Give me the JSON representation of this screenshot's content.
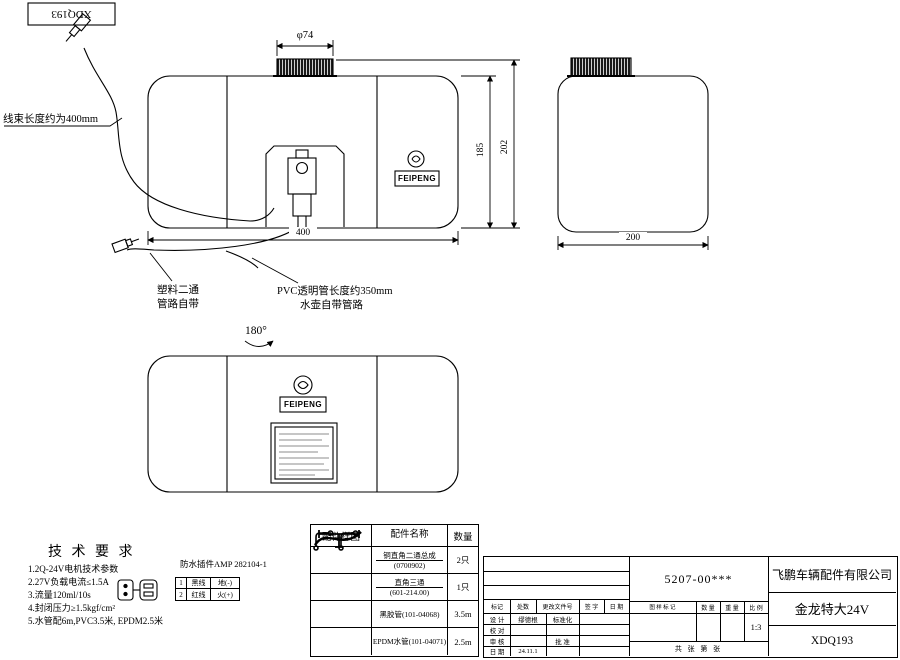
{
  "meta": {
    "rotated_code": "XDQ193"
  },
  "drawing": {
    "harness_note": "线束长度约为400mm",
    "dim_phi74": "φ74",
    "dim_185": "185",
    "dim_202": "202",
    "dim_400": "400",
    "dim_200": "200",
    "note_plastic_l1": "塑料二通",
    "note_plastic_l2": "管路自带",
    "note_pvc_l1": "PVC透明管长度约350mm",
    "note_pvc_l2": "水壶自带管路",
    "rotate_label": "180°",
    "logo_text": "FEIPENG"
  },
  "tech": {
    "title": "技 术 要 求",
    "items": [
      "1.2Q-24V电机技术参数",
      "2.27V负载电流≤1.5A",
      "3.流量120ml/10s",
      "4.封闭压力≥1.5kgf/cm²",
      "5.水管配6m,PVC3.5米, EPDM2.5米"
    ],
    "connector_note": "防水插件AMP 282104-1",
    "wire_rows": [
      {
        "no": "1",
        "wire": "黑线",
        "pol": "地(-)"
      },
      {
        "no": "2",
        "wire": "红线",
        "pol": "火(+)"
      }
    ]
  },
  "parts_table": {
    "headers": [
      "配件样图",
      "配件名称",
      "数量"
    ],
    "rows": [
      {
        "name": "铜直角二通总成",
        "sub": "(0700902)",
        "qty": "2只"
      },
      {
        "name": "直角三通",
        "sub": "(601-214.00)",
        "qty": "1只"
      },
      {
        "name": "黑胶管(101-04068)",
        "sub": "",
        "qty": "3.5m"
      },
      {
        "name": "EPDM水管(101-04071)",
        "sub": "",
        "qty": "2.5m"
      }
    ]
  },
  "title_block": {
    "part_no": "5207-00***",
    "company": "飞鹏车辆配件有限公司",
    "product": "金龙特大24V",
    "code": "XDQ193",
    "rev_headers": [
      "标记",
      "处数",
      "更改文件号",
      "签 字",
      "日 期"
    ],
    "design_label": "设 计",
    "designer": "缪德根",
    "std_label": "标准化",
    "check_label": "校 对",
    "audit_label": "审 核",
    "approve_label": "批 准",
    "date_label": "日 期",
    "date_value": "24.11.1",
    "mark_label": "图 样 标 记",
    "qty_label": "数 量",
    "weight_label": "重 量",
    "scale_label": "比 例",
    "scale_value": "1:3",
    "sheets": "共  张  第  张"
  }
}
